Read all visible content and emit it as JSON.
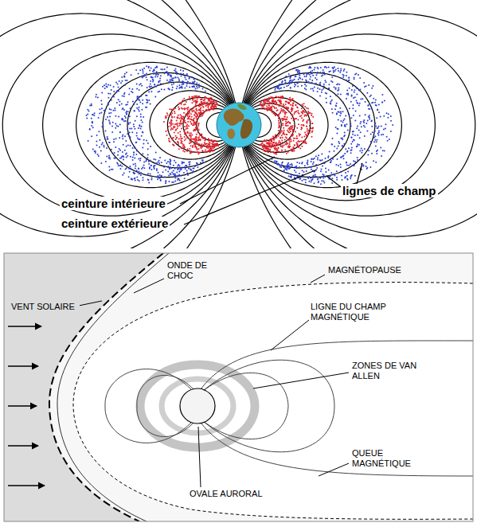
{
  "diagram": {
    "labels": [
      "ceinture intérieure",
      "lignes de champ",
      "ceinture extérieure",
      "ONDE DE CHOC",
      "MAGNÉTOPAUSE",
      "VENT SOLAIRE",
      "LIGNE DU CHAMP MAGNÉTIQUE",
      "ZONES DE VAN ALLEN",
      "QUEUE MAGNÉTIQUE",
      "OVALE AURORAL"
    ]
  }
}
